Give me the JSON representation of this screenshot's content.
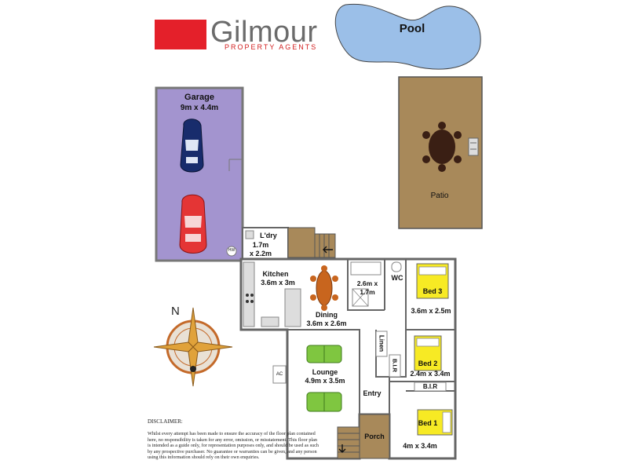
{
  "brand": {
    "name": "Gilmour",
    "subtitle": "PROPERTY AGENTS",
    "logo_color": "#e4202a"
  },
  "compass": {
    "north_label": "N"
  },
  "outdoor": {
    "pool_label": "Pool",
    "patio_label": "Patio",
    "pool_color": "#9bbfe8",
    "patio_color": "#a8895a"
  },
  "rooms": {
    "garage": {
      "name": "Garage",
      "size": "9m x 4.4m",
      "color": "#a394cf"
    },
    "laundry": {
      "name": "L'dry",
      "size_line1": "1.7m",
      "size_line2": "x 2.2m"
    },
    "kitchen": {
      "name": "Kitchen",
      "size": "3.6m x 3m"
    },
    "dining": {
      "name": "Dining",
      "size": "3.6m x 2.6m"
    },
    "bathroom": {
      "size": "2.6m x 1.7m"
    },
    "wc": {
      "name": "WC"
    },
    "bed3": {
      "name": "Bed 3",
      "size": "3.6m x 2.5m"
    },
    "linen": {
      "name": "Linen"
    },
    "bir1": {
      "name": "B.I.R"
    },
    "bed2": {
      "name": "Bed 2",
      "size": "2.4m x 3.4m"
    },
    "bir2": {
      "name": "B.I.R"
    },
    "lounge": {
      "name": "Lounge",
      "size": "4.9m x 3.5m"
    },
    "ac": {
      "name": "AC"
    },
    "entry": {
      "name": "Entry"
    },
    "porch": {
      "name": "Porch"
    },
    "bed1": {
      "name": "Bed 1",
      "size": "4m x 3.4m"
    },
    "hw": {
      "name": "HW"
    }
  },
  "disclaimer": {
    "title": "DISCLAIMER:",
    "body": "Whilst every attempt has been made to ensure the accuracy of the floor plan contained here, no responsibility is taken for any error, omission, or misstatement. This floor plan is intended as a guide only, for representation purposes only, and should be used as such by any prospective purchaser. No guarantee or warranties can be given, and any person using this information should rely on their own enquiries."
  }
}
